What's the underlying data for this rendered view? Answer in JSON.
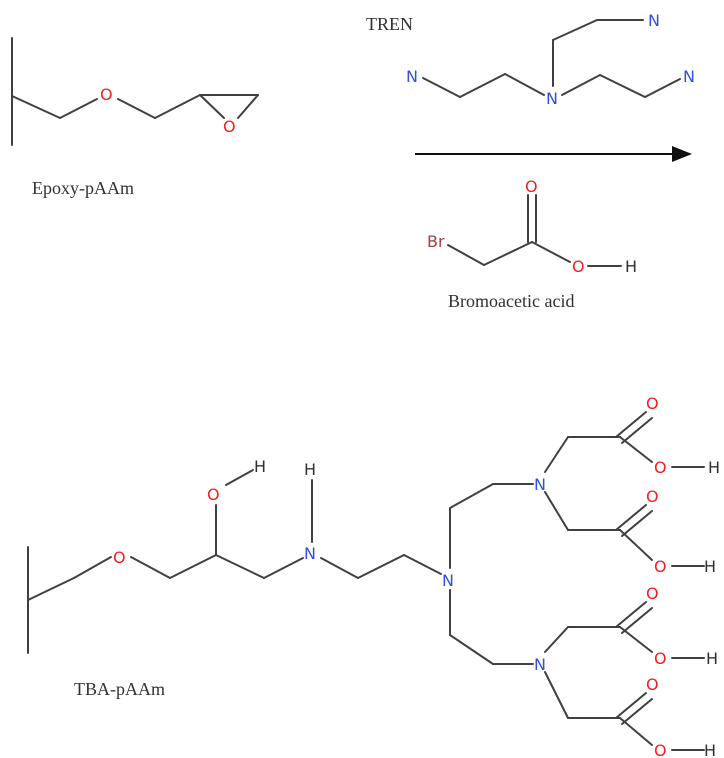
{
  "labels": {
    "reagent_tren": "TREN",
    "epoxy": "Epoxy-pAAm",
    "bromo": "Bromoacetic acid",
    "product": "TBA-pAAm"
  },
  "atoms": {
    "O": "O",
    "N": "N",
    "H": "H",
    "Br": "Br"
  }
}
